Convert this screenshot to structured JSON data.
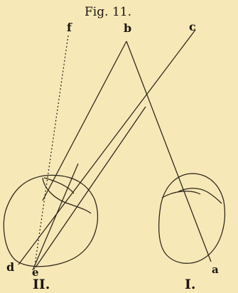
{
  "figure": {
    "title": "Fig. 11.",
    "labels": {
      "f": "f",
      "b": "b",
      "c": "c",
      "d": "d",
      "e": "e",
      "a": "a",
      "eye_left": "II.",
      "eye_right": "I."
    }
  },
  "colors": {
    "background": "#f7e8b7",
    "ink": "#2a2418"
  }
}
